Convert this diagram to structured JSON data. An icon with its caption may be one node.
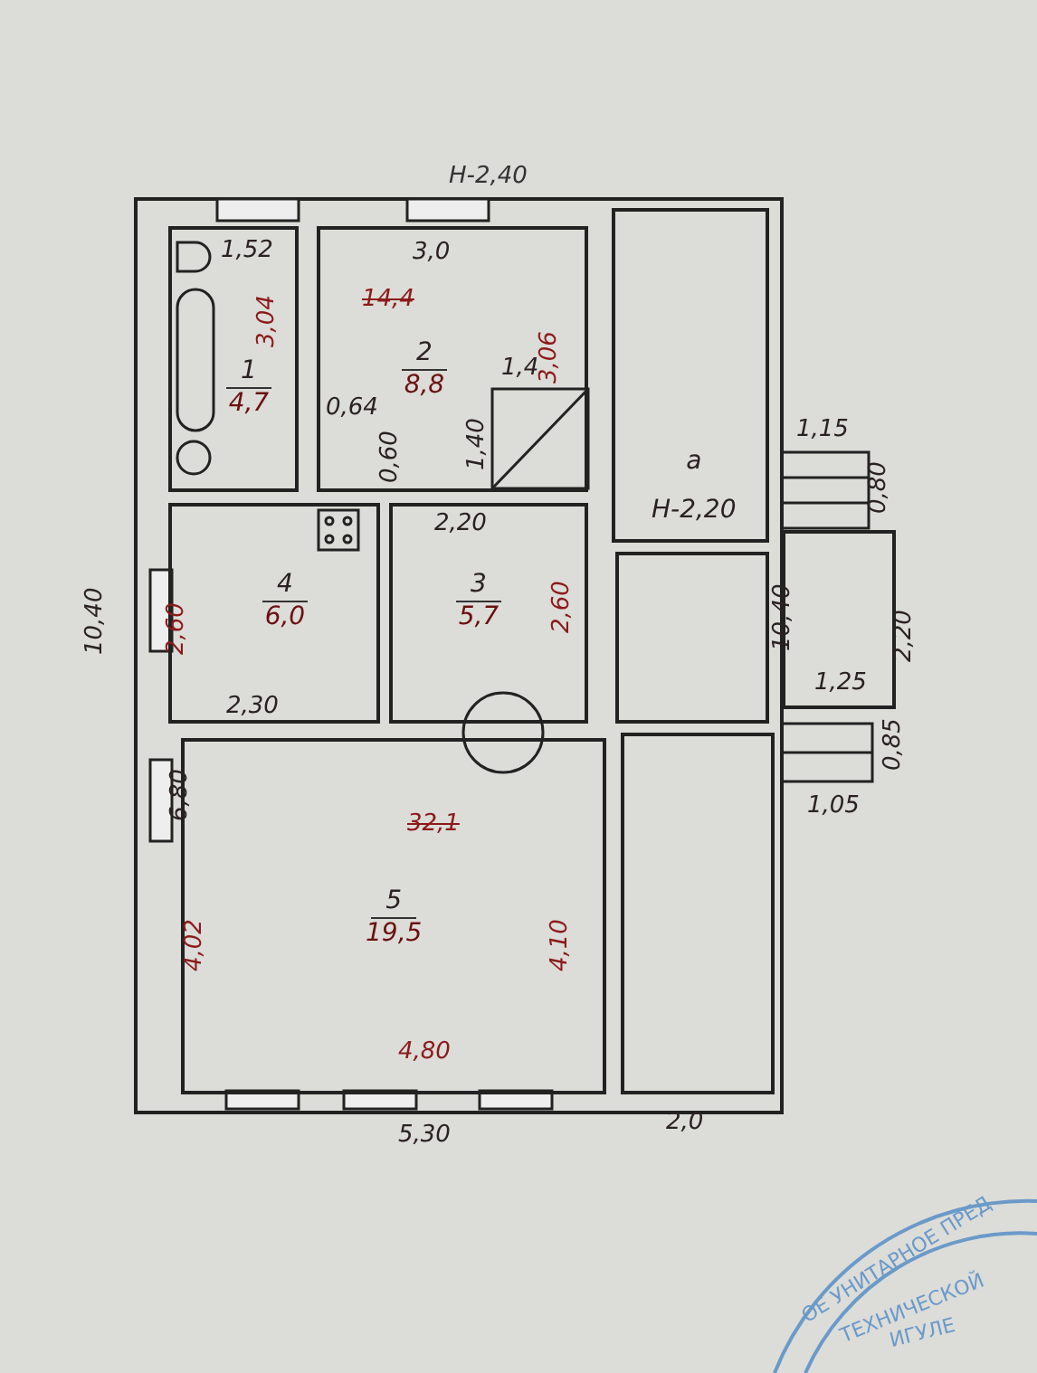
{
  "diagram": {
    "nodes": [
      {
        "text": [
          "1",
          "4,7"
        ]
      },
      {
        "text": [
          "2",
          "8,8"
        ]
      },
      {
        "text": [
          "а",
          "Н-2,20"
        ]
      },
      {
        "text": [
          "4",
          "6,0"
        ]
      },
      {
        "text": [
          "3",
          "5,7"
        ]
      },
      {
        "text": [],
        "shape": "box"
      },
      {
        "text": [],
        "shape": "box"
      },
      {
        "text": [
          "5",
          "19,5"
        ]
      },
      {
        "text": [],
        "shape": "box"
      }
    ],
    "edges": [],
    "labels": [
      "Н-2,40",
      "1,52",
      "3,0",
      "3,04",
      "14,4",
      "3,06",
      "1,4",
      "0,64",
      "0,60",
      "1,40",
      "1,15",
      "0,80",
      "2,20",
      "10,40",
      "2,60",
      "2,60",
      "10,40",
      "2,20",
      "1,25",
      "2,30",
      "0,85",
      "1,05",
      "6,80",
      "32,1",
      "4,02",
      "4,10",
      "4,80",
      "5,30",
      "2,0",
      "ОЕ УНИТАРНОЕ ПРЕД",
      "ТЕХНИЧЕСКОЙ",
      "ИГУЛЕ"
    ]
  }
}
